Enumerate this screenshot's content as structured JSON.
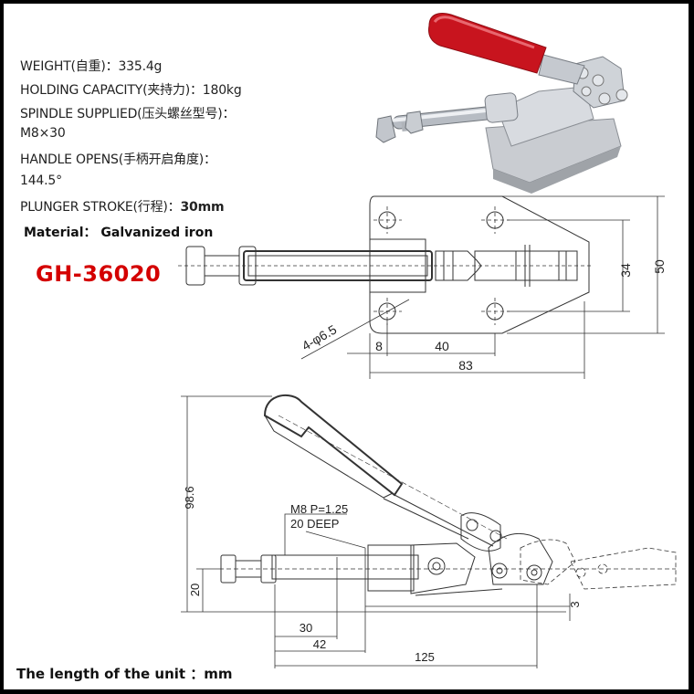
{
  "specs": {
    "weight": "WEIGHT(自重)：335.4g",
    "holding_capacity": "HOLDING CAPACITY(夹持力)：180kg",
    "spindle_supplied": "SPINDLE SUPPLIED(压头螺丝型号)：",
    "spindle_value": "M8×30",
    "handle_opens": "HANDLE OPENS(手柄开启角度)：",
    "handle_value": "144.5°",
    "plunger_stroke_label": "PLUNGER STROKE(行程)：",
    "plunger_stroke_value": "30mm"
  },
  "material": "Material： Galvanized iron",
  "model": "GH-36020",
  "unit_note": "The length of the unit ：mm",
  "colors": {
    "model_red": "#d40000",
    "handle_red": "#c8141e",
    "border": "#000000"
  },
  "top_view": {
    "dim_height_inner": "34",
    "dim_height_outer": "50",
    "dim_hole": "4-φ6.5",
    "dim_edge": "8",
    "dim_spacing": "40",
    "dim_width": "83"
  },
  "side_view": {
    "dim_height": "98.6",
    "dim_base": "20",
    "thread_label": "M8 P=1.25",
    "thread_depth": "20 DEEP",
    "dim_stroke": "30",
    "dim_42": "42",
    "dim_length": "125",
    "dim_offset": "3"
  }
}
